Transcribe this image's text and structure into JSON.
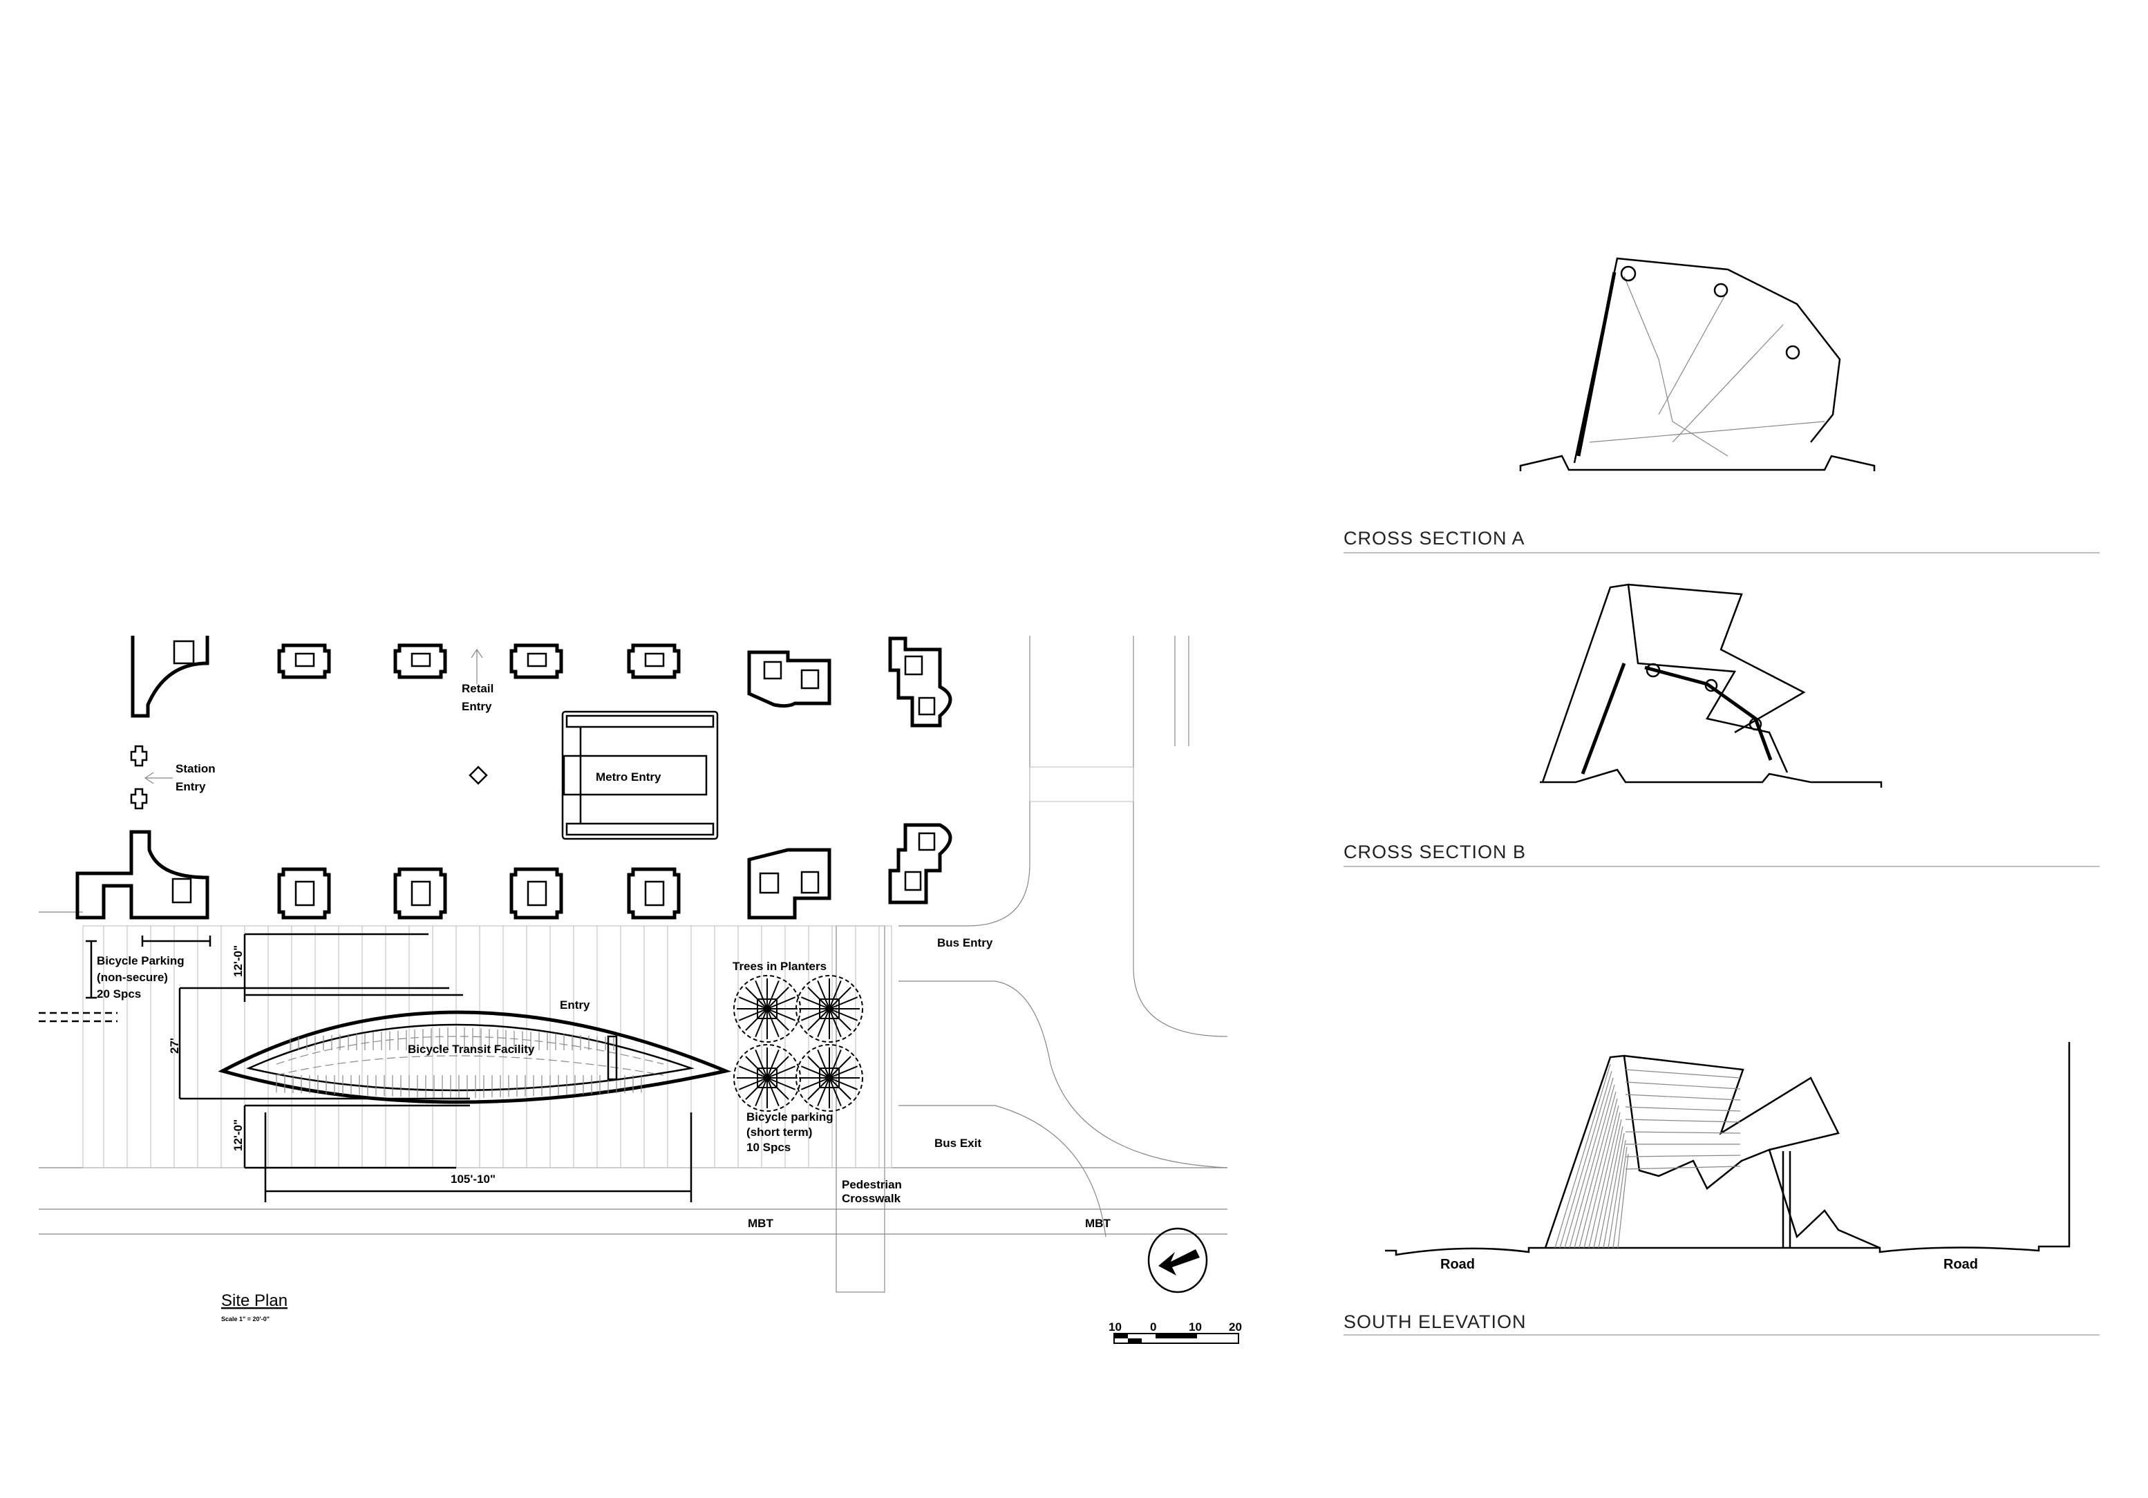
{
  "site_plan": {
    "title": "Site Plan",
    "scale_note": "Scale  1\" = 20'-0\"",
    "labels": {
      "retail_entry_1": "Retail",
      "retail_entry_2": "Entry",
      "station_entry_1": "Station",
      "station_entry_2": "Entry",
      "metro_entry": "Metro Entry",
      "bicycle_parking_1": "Bicycle Parking",
      "bicycle_parking_2": "(non-secure)",
      "bicycle_parking_3": "20 Spcs",
      "entry": "Entry",
      "facility": "Bicycle Transit Facility",
      "trees": "Trees in Planters",
      "short_term_1": "Bicycle parking",
      "short_term_2": "(short term)",
      "short_term_3": "10 Spcs",
      "bus_entry": "Bus Entry",
      "bus_exit": "Bus Exit",
      "crosswalk_1": "Pedestrian",
      "crosswalk_2": "Crosswalk",
      "mbt_1": "MBT",
      "mbt_2": "MBT"
    },
    "dimensions": {
      "length": "105'-10\"",
      "width": "27'",
      "setback_top": "12'-0\"",
      "setback_bottom": "12'-0\""
    },
    "scale_bar": [
      "10",
      "0",
      "10",
      "20"
    ],
    "north_arrow_icon": "north-arrow-icon"
  },
  "sections": {
    "a_title": "CROSS SECTION A",
    "b_title": "CROSS SECTION B",
    "elevation_title": "SOUTH ELEVATION",
    "road_left": "Road",
    "road_right": "Road"
  }
}
